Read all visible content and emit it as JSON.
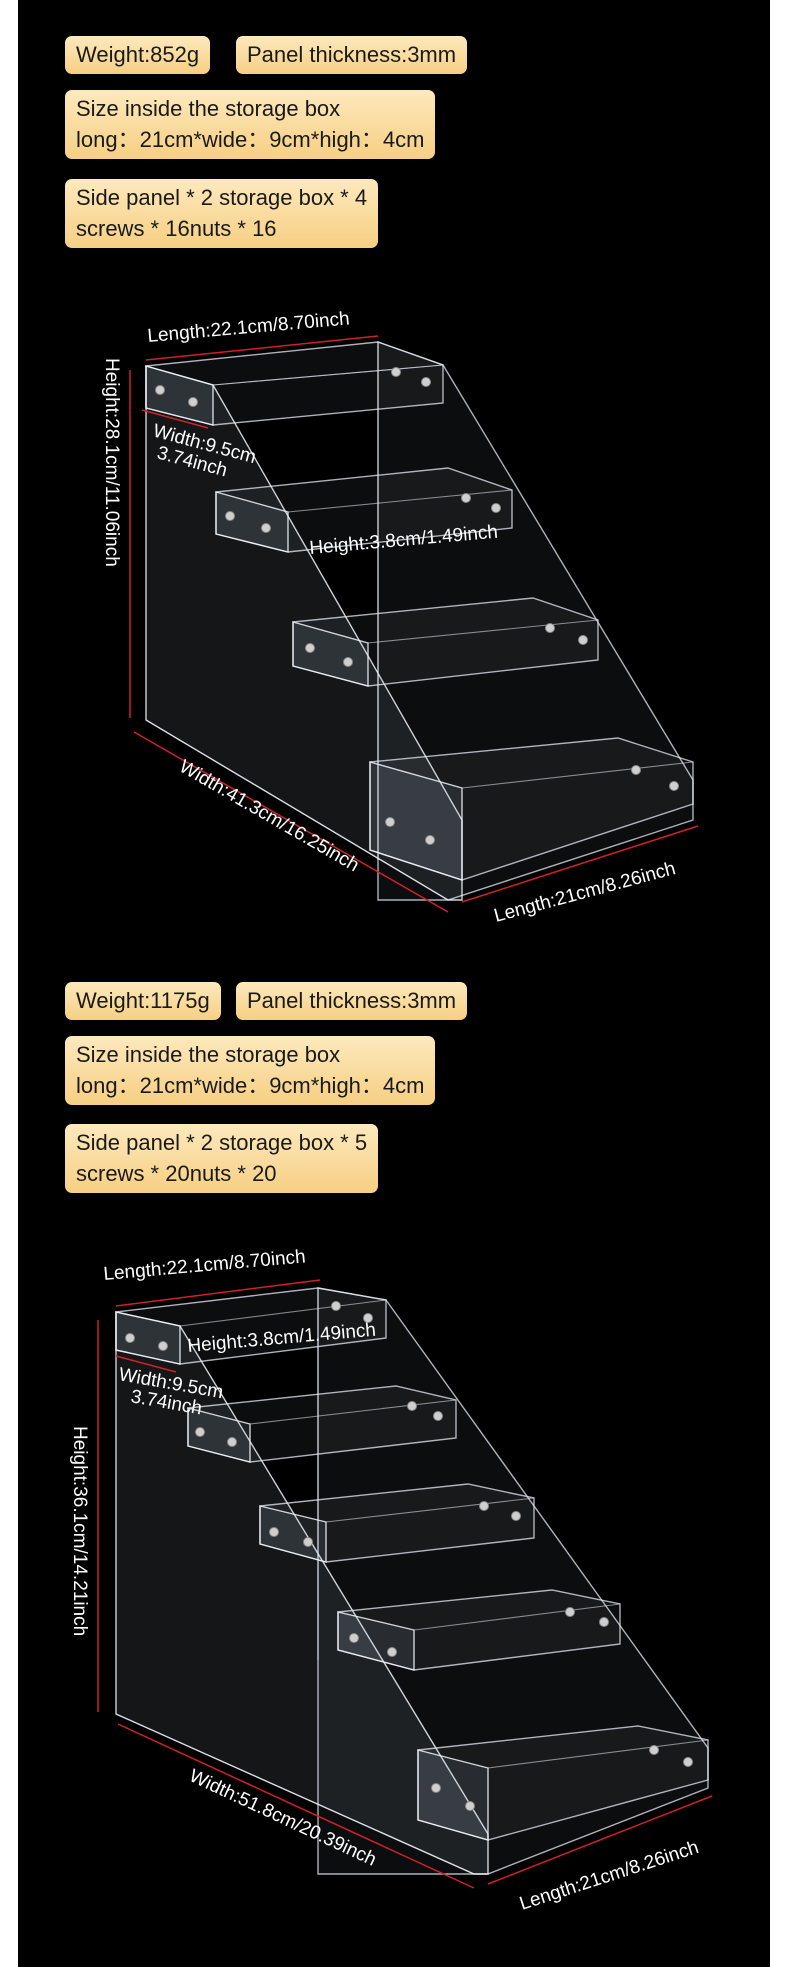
{
  "colors": {
    "background": "#000000",
    "pill_gradient_top": "#fde9bd",
    "pill_gradient_bottom": "#f6cf83",
    "dimension_line": "#d0202a"
  },
  "products": [
    {
      "weight": "Weight:852g",
      "panel_thickness": "Panel thickness:3mm",
      "inner_size_line1": "Size inside the storage box",
      "inner_size_line2": "long：21cm*wide：9cm*high：4cm",
      "parts_line1": "Side panel * 2 storage box * 4",
      "parts_line2": "screws * 16nuts * 16",
      "dimensions": {
        "top_length": "Length:22.1cm/8.70inch",
        "height": "Height:28.1cm/11.06inch",
        "width_line1": "Width:9.5cm",
        "width_line2": "3.74inch",
        "box_height": "Height:3.8cm/1.49inch",
        "base_width": "Width:41.3cm/16.25inch",
        "base_length": "Length:21cm/8.26inch"
      }
    },
    {
      "weight": "Weight:1175g",
      "panel_thickness": "Panel thickness:3mm",
      "inner_size_line1": "Size inside the storage box",
      "inner_size_line2": "long：21cm*wide：9cm*high：4cm",
      "parts_line1": "Side panel * 2 storage box * 5",
      "parts_line2": "screws * 20nuts * 20",
      "dimensions": {
        "top_length": "Length:22.1cm/8.70inch",
        "height": "Height:36.1cm/14.21inch",
        "width_line1": "Width:9.5cm",
        "width_line2": "3.74inch",
        "box_height": "Height:3.8cm/1.49inch",
        "base_width": "Width:51.8cm/20.39inch",
        "base_length": "Length:21cm/8.26inch"
      }
    }
  ]
}
